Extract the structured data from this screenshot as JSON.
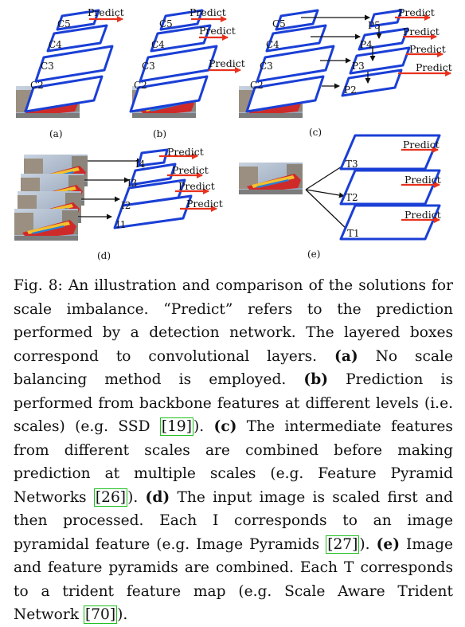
{
  "figure": {
    "predict_label": "Predict",
    "panels": {
      "a": {
        "label": "(a)",
        "levels": [
          "C5",
          "C4",
          "C3",
          "C2"
        ]
      },
      "b": {
        "label": "(b)",
        "levels": [
          "C5",
          "C4",
          "C3",
          "C2"
        ]
      },
      "c": {
        "label": "(c)",
        "backbone_levels": [
          "C5",
          "C4",
          "C3",
          "C2"
        ],
        "pyramid_levels": [
          "P5",
          "P4",
          "P3",
          "P2"
        ]
      },
      "d": {
        "label": "(d)",
        "levels": [
          "I4",
          "I3",
          "I2",
          "I1"
        ]
      },
      "e": {
        "label": "(e)",
        "levels": [
          "T3",
          "T2",
          "T1"
        ]
      }
    }
  },
  "caption": {
    "fig_label": "Fig. 8:",
    "intro": "An illustration and comparison of the solutions for scale imbalance. “Predict” refers to the prediction performed by a detection network. The layered boxes correspond to convolutional layers.",
    "a_label": "(a)",
    "a_text": "No scale balancing method is employed.",
    "b_label": "(b)",
    "b_text": "Prediction is performed from backbone features at different levels (i.e. scales) (e.g. SSD",
    "b_ref": "19",
    "b_end": ").",
    "c_label": "(c)",
    "c_text": "The intermediate features from different scales are combined before making prediction at multiple scales (e.g. Feature Pyramid Networks",
    "c_ref": "26",
    "c_end": ").",
    "d_label": "(d)",
    "d_text": "The input image is scaled first and then processed. Each I corresponds to an image pyramidal feature (e.g. Image Pyramids",
    "d_ref": "27",
    "d_end": ").",
    "e_label": "(e)",
    "e_text": "Image and feature pyramids are combined. Each T corresponds to a trident feature map (e.g. Scale Aware Trident Network",
    "e_ref": "70",
    "e_end": ")."
  }
}
